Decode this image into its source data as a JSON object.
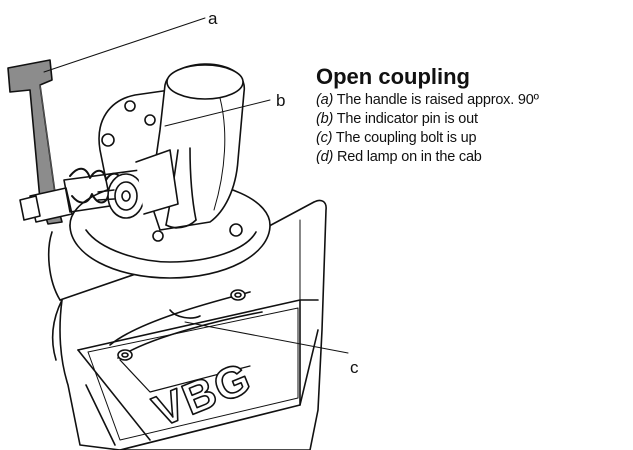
{
  "callouts": {
    "a": "a",
    "b": "b",
    "c": "c"
  },
  "emblem_text": "VBG",
  "legend": {
    "title": "Open coupling",
    "items": [
      {
        "key": "(a)",
        "text": " The handle is raised approx. 90º"
      },
      {
        "key": "(b)",
        "text": " The indicator pin is out"
      },
      {
        "key": "(c)",
        "text": " The coupling bolt is up"
      },
      {
        "key": "(d)",
        "text": " Red lamp on in the cab"
      }
    ]
  },
  "colors": {
    "handle": "#8c8c8c",
    "line": "#111111",
    "body": "#ffffff"
  }
}
